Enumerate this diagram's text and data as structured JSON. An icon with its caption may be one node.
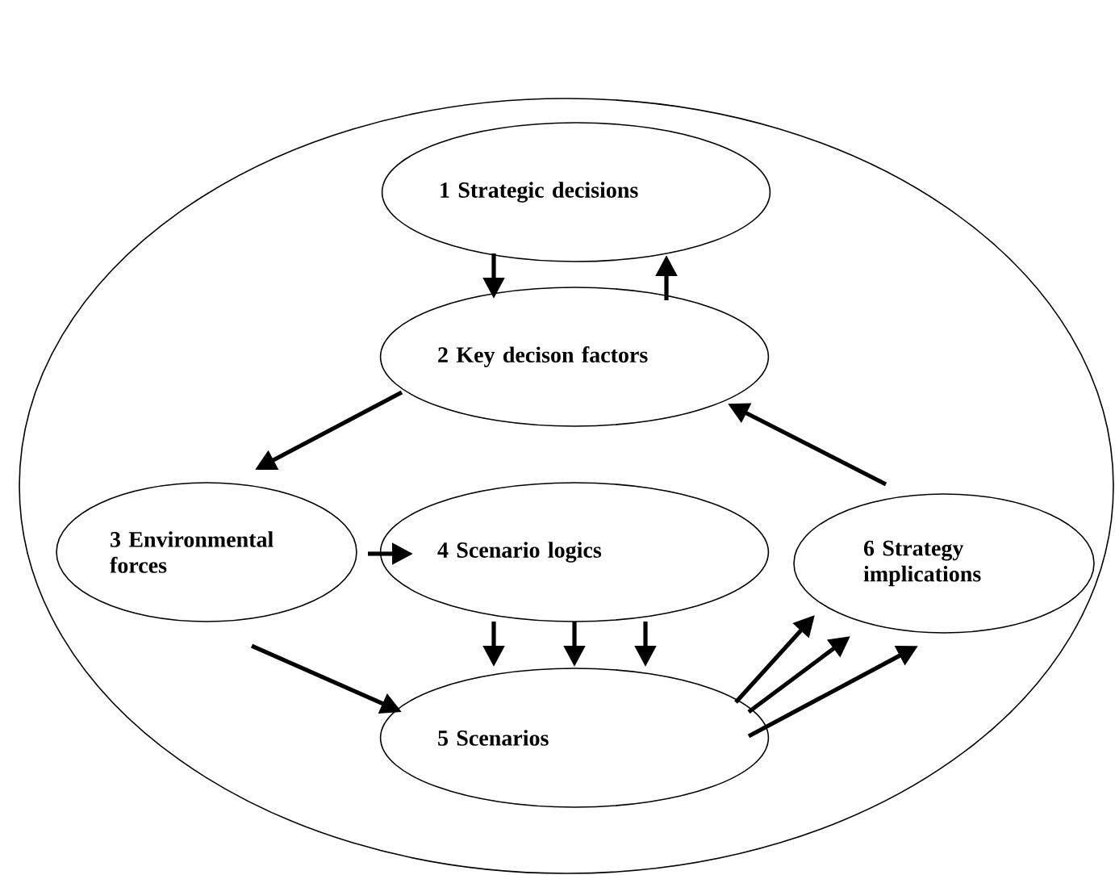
{
  "diagram": {
    "nodes": [
      {
        "text": [],
        "shape": "ellipse"
      },
      {
        "text": [
          "1 Strategic decisions"
        ],
        "in": 0
      },
      {
        "text": [
          "2 Key decison factors"
        ],
        "in": 0
      },
      {
        "text": [
          "3 Environmental forces"
        ],
        "in": 0
      },
      {
        "text": [
          "4 Scenario logics"
        ],
        "in": 0
      },
      {
        "text": [
          "5 Scenarios"
        ],
        "in": 0
      },
      {
        "text": [
          "6 Strategy implications"
        ],
        "in": 0
      }
    ],
    "edges": [
      {
        "from": 1,
        "to": 2,
        "arrow": "to"
      },
      {
        "from": 2,
        "to": 1,
        "arrow": "to"
      },
      {
        "from": 2,
        "to": 3,
        "arrow": "to"
      },
      {
        "from": 6,
        "to": 2,
        "arrow": "to"
      },
      {
        "from": 3,
        "to": 4,
        "arrow": "to"
      },
      {
        "from": 4,
        "to": 5,
        "arrow": "to"
      },
      {
        "from": 4,
        "to": 5,
        "arrow": "to"
      },
      {
        "from": 4,
        "to": 5,
        "arrow": "to"
      },
      {
        "from": 3,
        "to": 5,
        "arrow": "to"
      },
      {
        "from": 5,
        "to": 6,
        "arrow": "to"
      },
      {
        "from": 5,
        "to": 6,
        "arrow": "to"
      },
      {
        "from": 5,
        "to": 6,
        "arrow": "to"
      }
    ]
  }
}
